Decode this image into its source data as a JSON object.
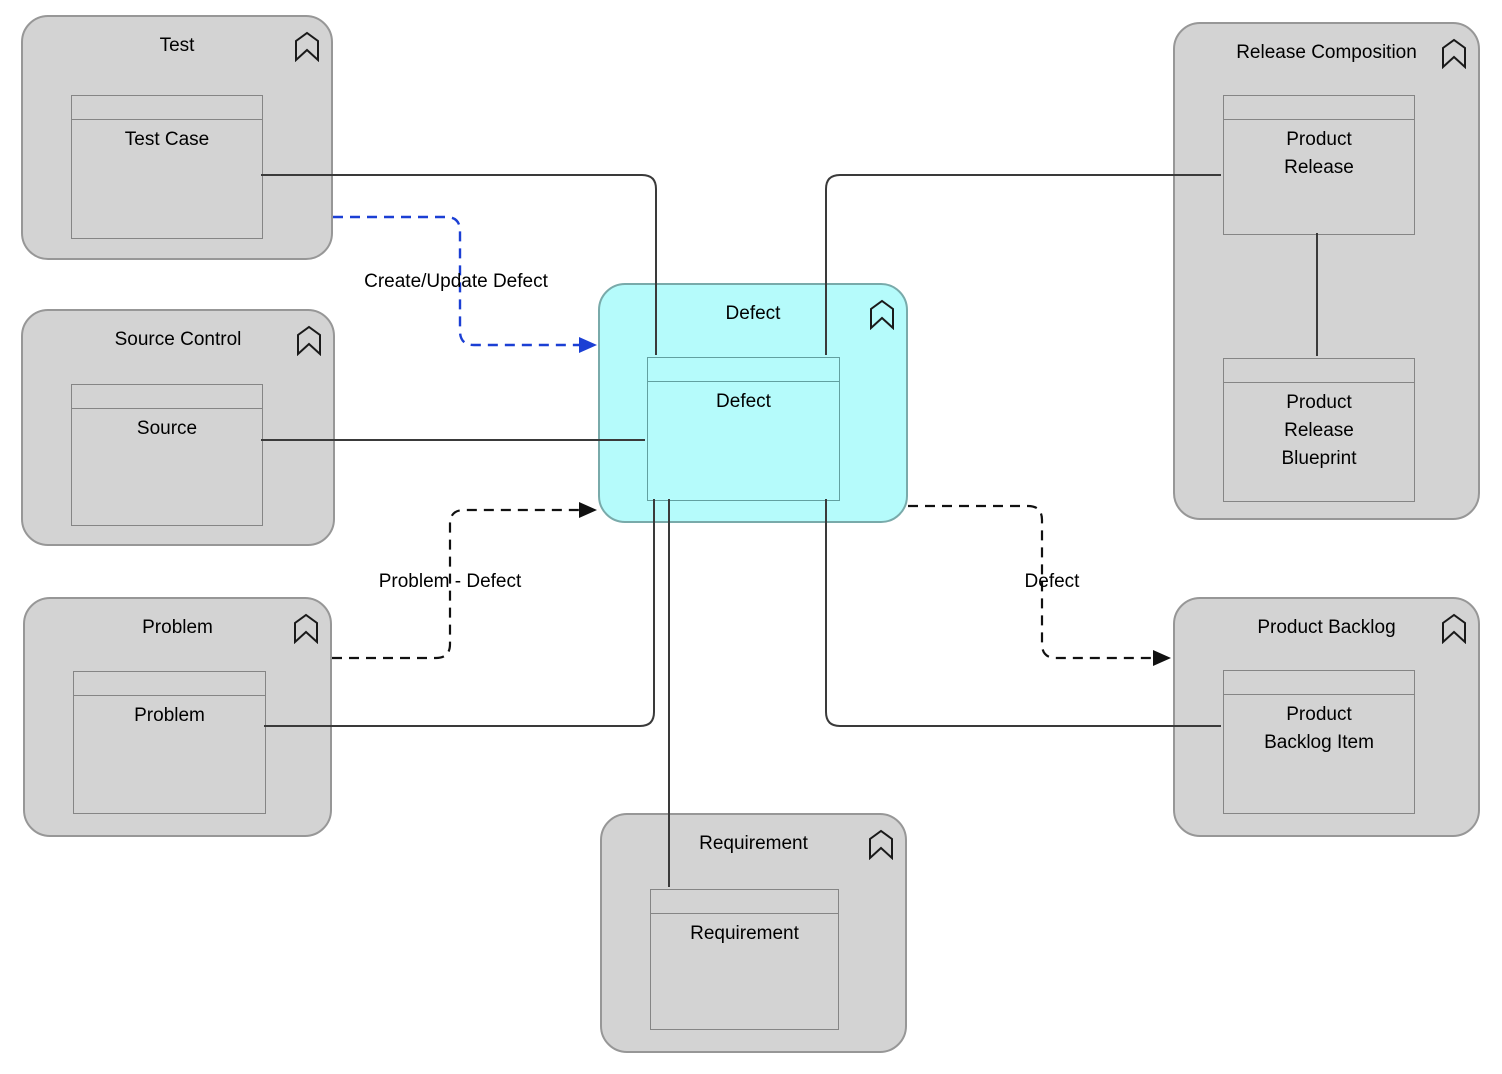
{
  "modules": {
    "test": {
      "title": "Test",
      "element": "Test Case"
    },
    "source_control": {
      "title": "Source Control",
      "element": "Source"
    },
    "problem": {
      "title": "Problem",
      "element": "Problem"
    },
    "defect": {
      "title": "Defect",
      "element": "Defect"
    },
    "release_composition": {
      "title": "Release Composition",
      "element_top": "Product Release",
      "element_bottom": "Product Release Blueprint"
    },
    "product_backlog": {
      "title": "Product Backlog",
      "element": "Product Backlog Item"
    },
    "requirement": {
      "title": "Requirement",
      "element": "Requirement"
    }
  },
  "flow_labels": {
    "create_update_defect": "Create/Update Defect",
    "problem_defect": "Problem - Defect",
    "defect": "Defect"
  },
  "icons": {
    "module_badge": "bookmark-icon"
  },
  "colors": {
    "module_fill": "#d3d3d3",
    "module_border": "#979797",
    "highlight_fill": "#b5fbfb",
    "highlight_border": "#79aaaa",
    "connector": "#3a3a3a",
    "flow_blue": "#1b3fd4",
    "flow_dark": "#111111"
  }
}
